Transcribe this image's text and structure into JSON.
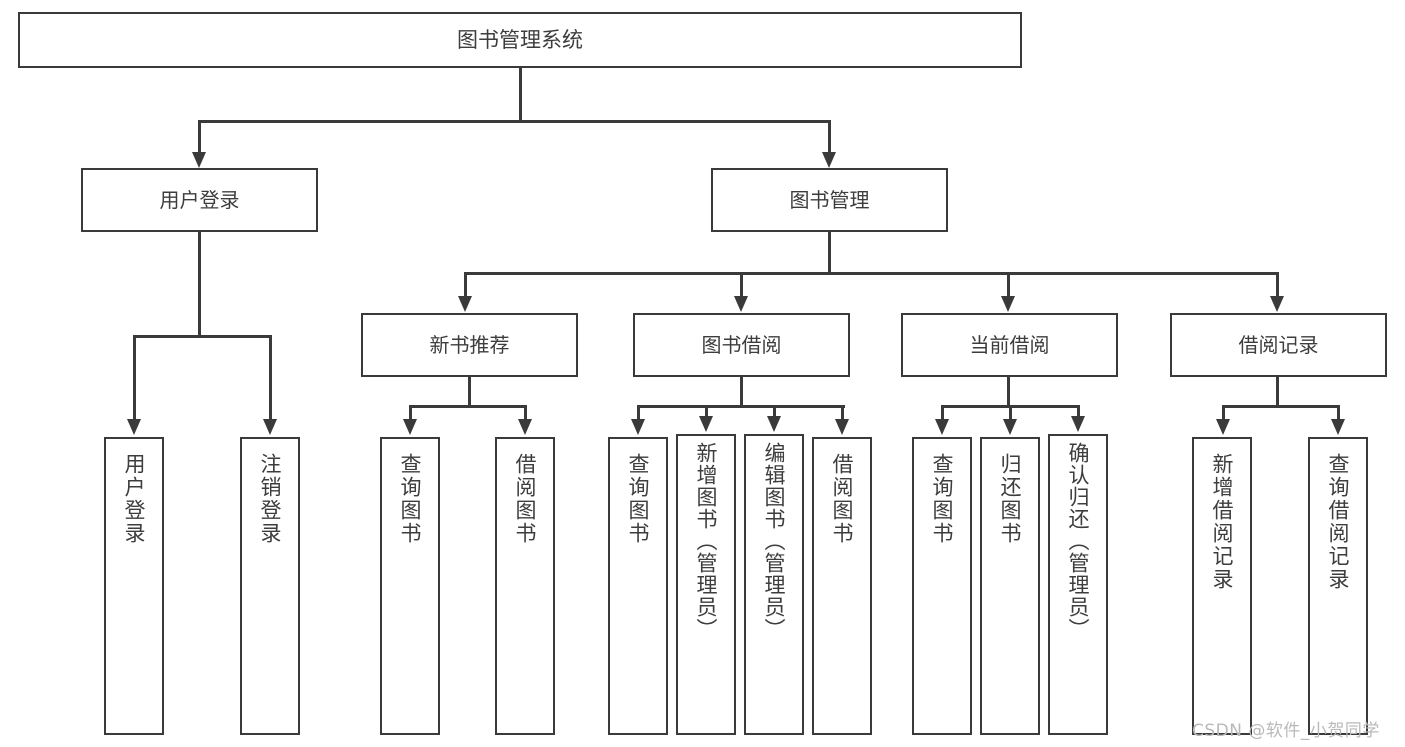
{
  "diagram": {
    "title": "图书管理系统",
    "type": "tree",
    "watermark": "CSDN @软件_小贺同学",
    "colors": {
      "stroke": "#3a3a3a",
      "text": "#3d3d3d",
      "background": "#ffffff",
      "watermark": "#b9b9b9"
    },
    "root": {
      "label": "图书管理系统"
    },
    "level1": [
      {
        "label": "用户登录"
      },
      {
        "label": "图书管理"
      }
    ],
    "level2": [
      {
        "label": "新书推荐"
      },
      {
        "label": "图书借阅"
      },
      {
        "label": "当前借阅"
      },
      {
        "label": "借阅记录"
      }
    ],
    "leaves": {
      "user_login": [
        {
          "label": "用户登录"
        },
        {
          "label": "注销登录"
        }
      ],
      "new_book_recommend": [
        {
          "label": "查询图书"
        },
        {
          "label": "借阅图书"
        }
      ],
      "book_borrow": [
        {
          "label": "查询图书"
        },
        {
          "label": "新增图书（管理员）"
        },
        {
          "label": "编辑图书（管理员）"
        },
        {
          "label": "借阅图书"
        }
      ],
      "current_borrow": [
        {
          "label": "查询图书"
        },
        {
          "label": "归还图书"
        },
        {
          "label": "确认归还（管理员）"
        }
      ],
      "borrow_record": [
        {
          "label": "新增借阅记录"
        },
        {
          "label": "查询借阅记录"
        }
      ]
    }
  }
}
